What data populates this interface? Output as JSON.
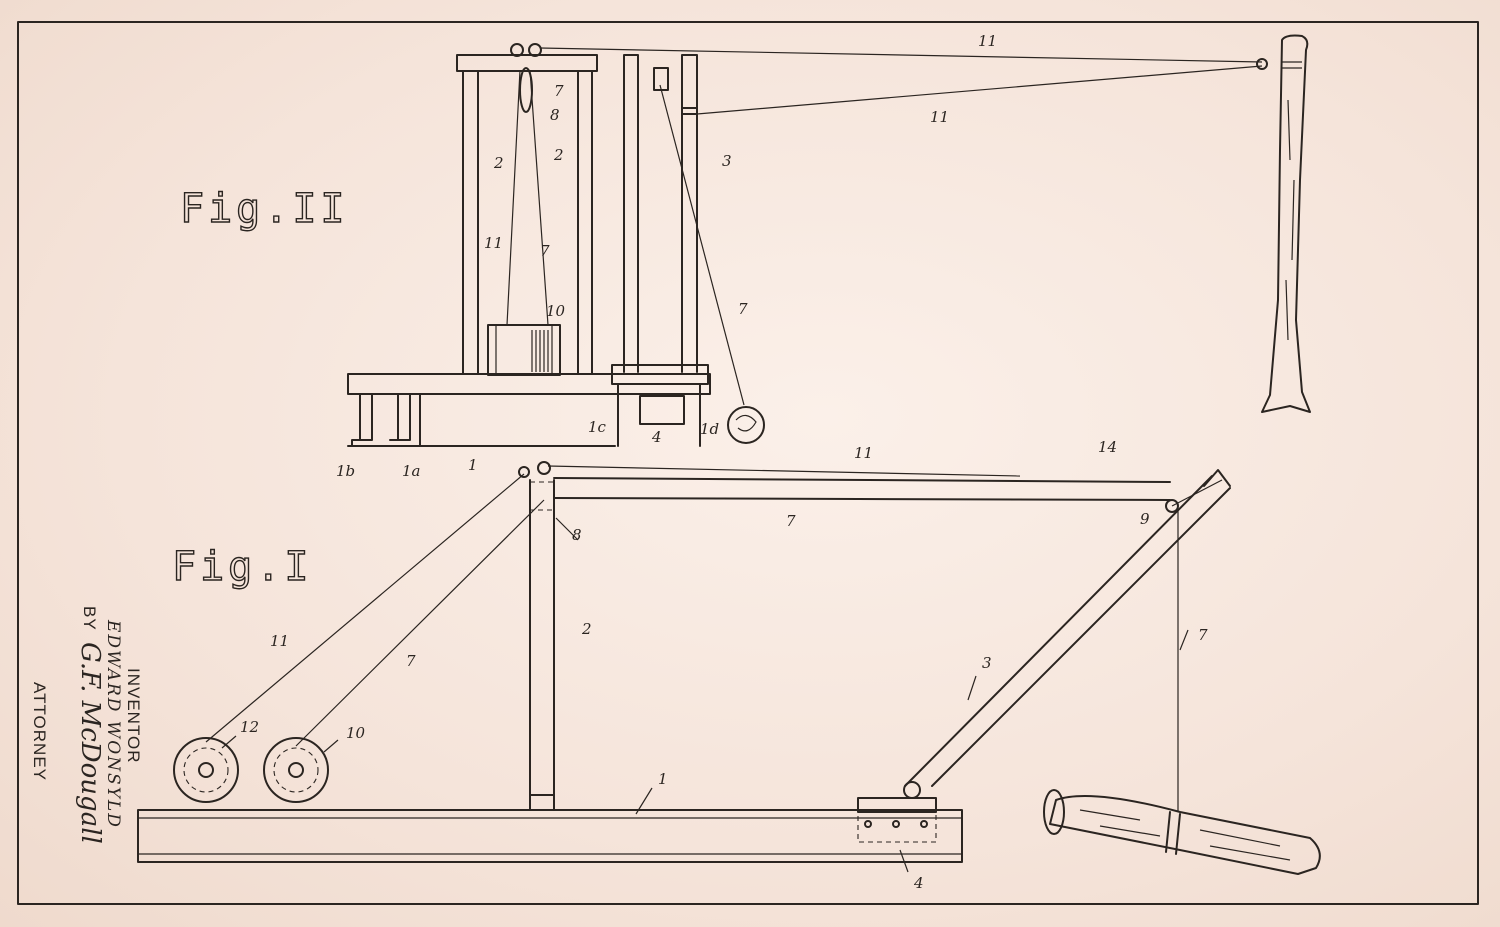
{
  "figures": {
    "fig2": "Fig.II",
    "fig1": "Fig.I"
  },
  "inventor": {
    "title": "INVENTOR",
    "name": "EDWARD WONSYLD",
    "by": "BY",
    "signature": "G.F. McDougall",
    "attorney": "ATTORNEY"
  },
  "fig2_labels": {
    "l11a": "11",
    "l11b": "11",
    "l7a": "7",
    "l8": "8",
    "l2a": "2",
    "l2b": "2",
    "l3": "3",
    "l11c": "11",
    "l7b": "7",
    "l7c": "7",
    "l10": "10",
    "l1c": "1c",
    "l4": "4",
    "l1d": "1d",
    "l1b": "1b",
    "l1a": "1a",
    "l1": "1"
  },
  "fig1_labels": {
    "l11": "11",
    "l14": "14",
    "l7top": "7",
    "l8": "8",
    "l9": "9",
    "l2": "2",
    "l11left": "11",
    "l7left": "7",
    "l7right": "7",
    "l3": "3",
    "l12": "12",
    "l10": "10",
    "l1": "1",
    "l4": "4"
  },
  "colors": {
    "paper": "#f6e8df",
    "ink": "#2b2521"
  }
}
